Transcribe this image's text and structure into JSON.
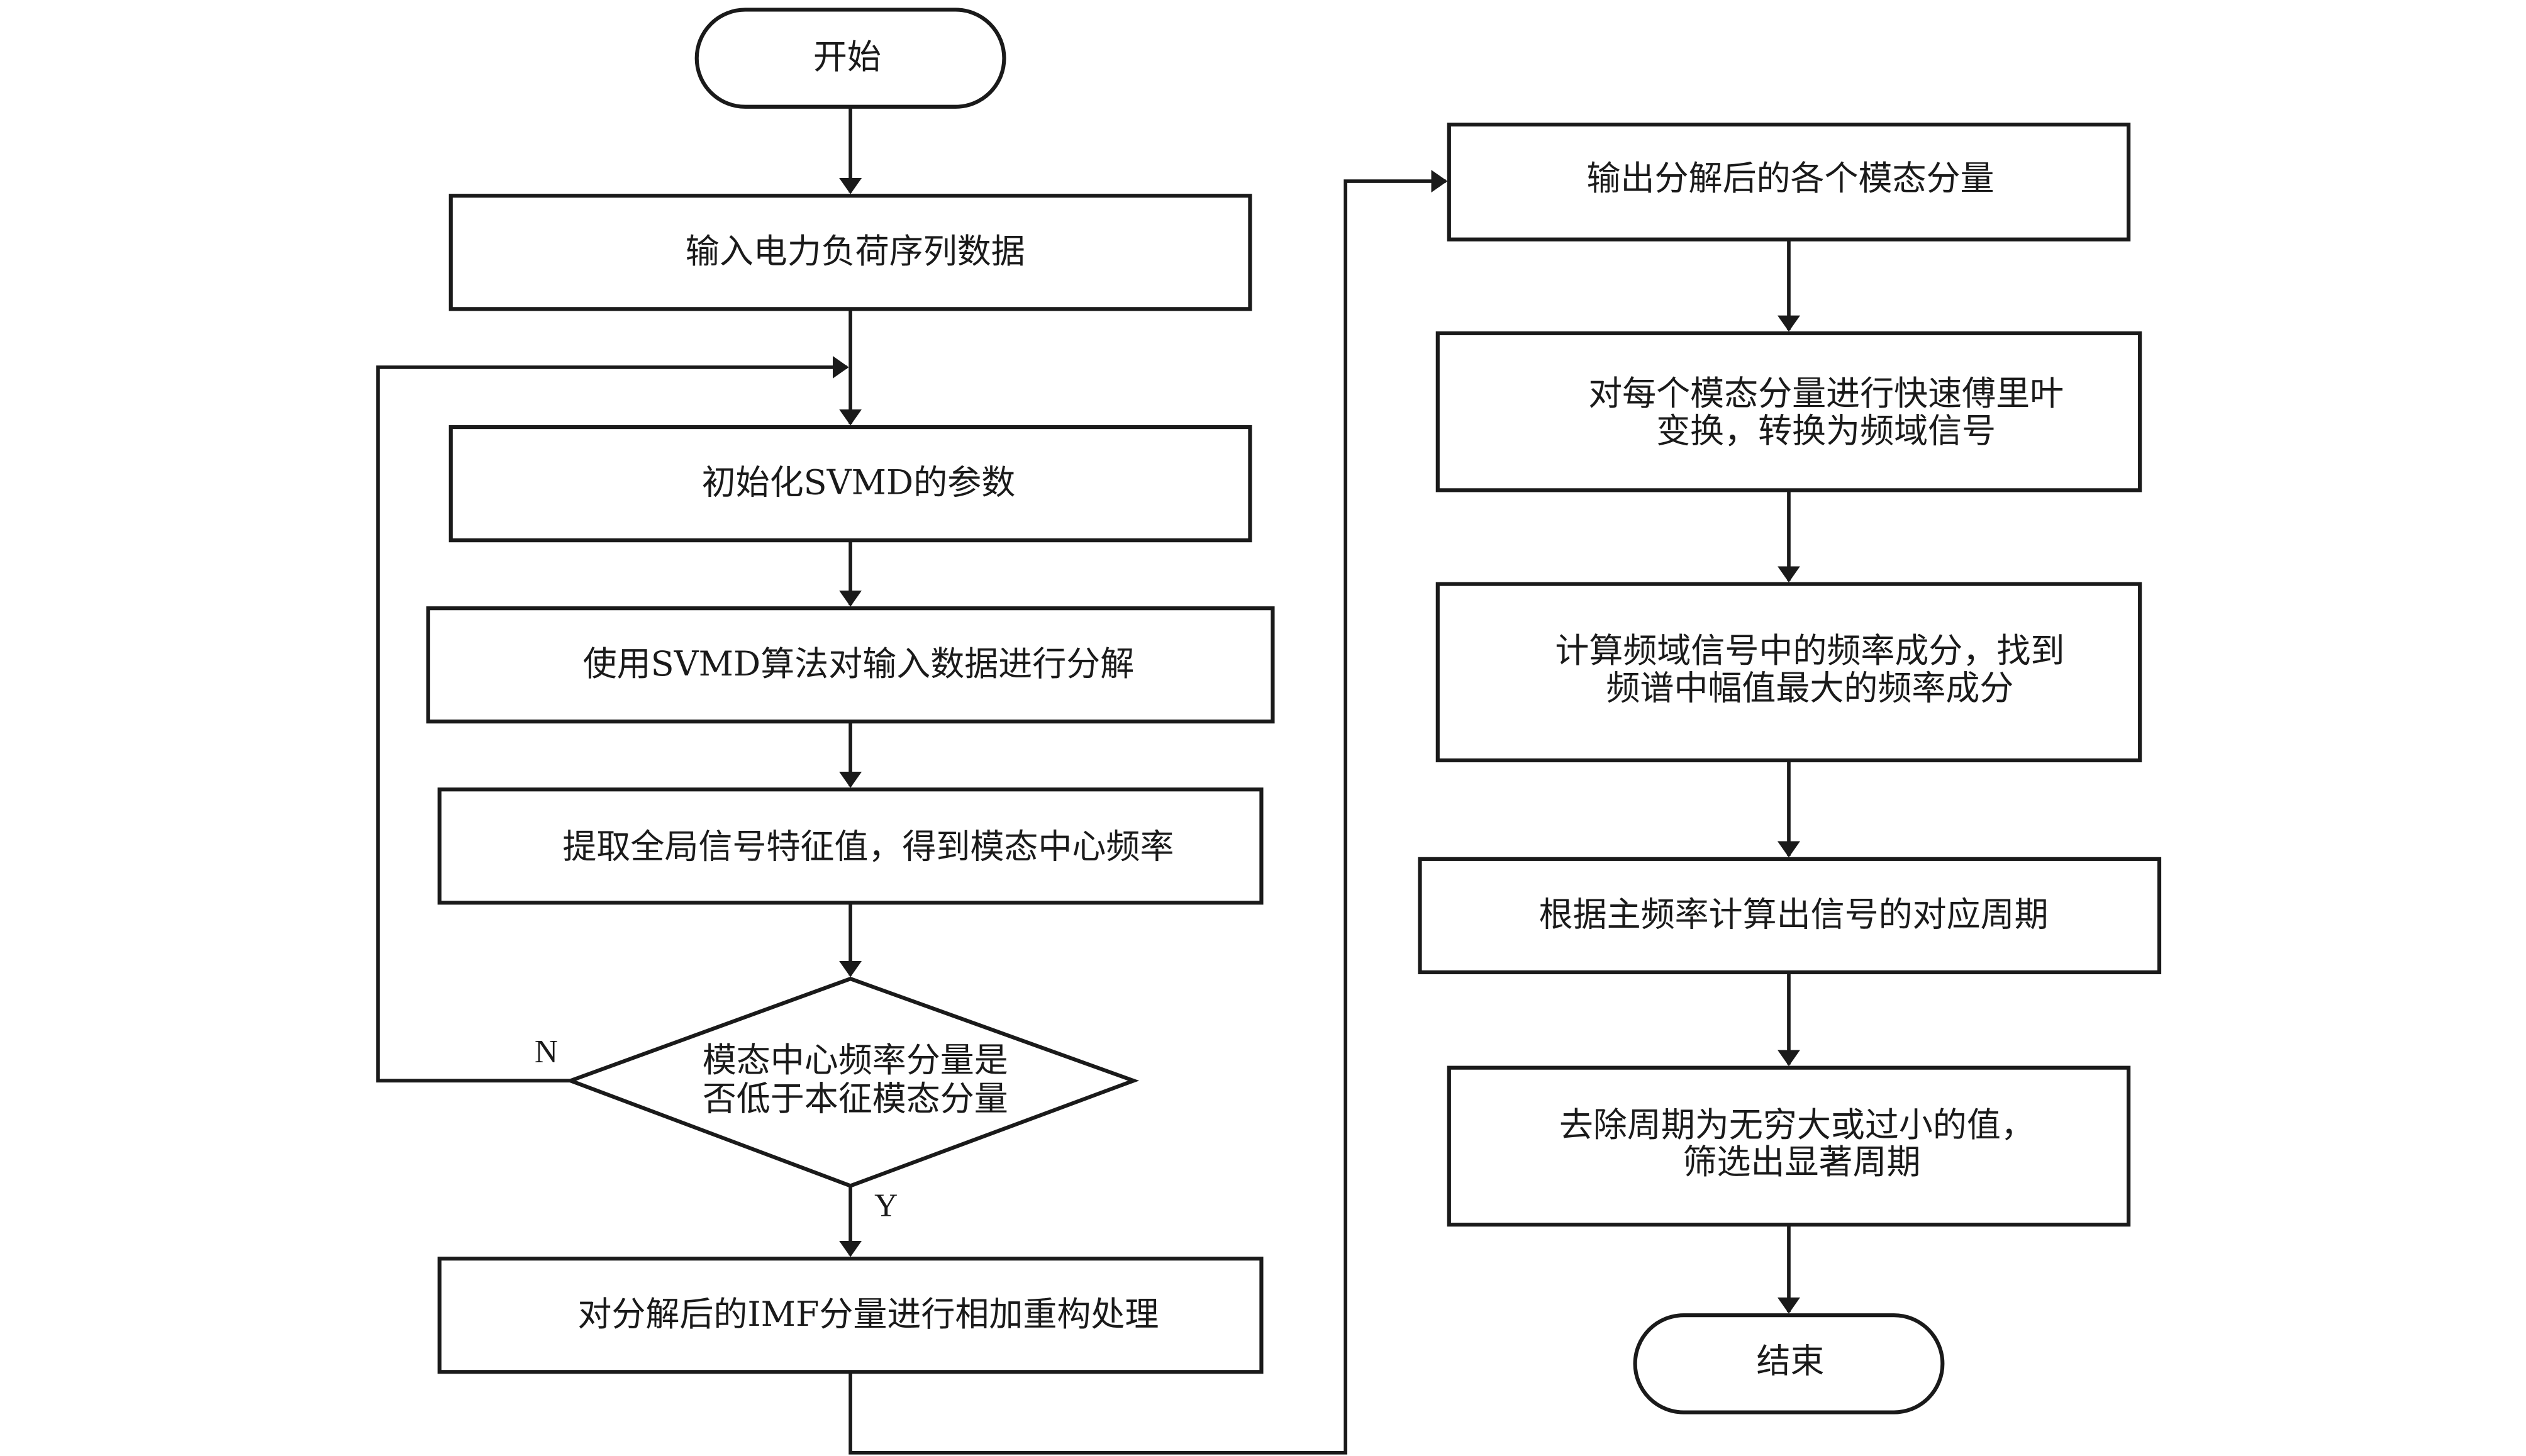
{
  "flowchart": {
    "start": "开始",
    "end": "结束",
    "left_column": {
      "input_data": "输入电力负荷序列数据",
      "init_params": "初始化SVMD的参数",
      "decompose": "使用SVMD算法对输入数据进行分解",
      "extract_features": "提取全局信号特征值，得到模态中心频率",
      "decision": [
        "模态中心频率分量是",
        "否低于本征模态分量"
      ],
      "reconstruct": "对分解后的IMF分量进行相加重构处理"
    },
    "right_column": {
      "output_modes": "输出分解后的各个模态分量",
      "fft": [
        "对每个模态分量进行快速傅里叶",
        "变换，转换为频域信号"
      ],
      "frequency_components": [
        "计算频域信号中的频率成分，找到",
        "频谱中幅值最大的频率成分"
      ],
      "compute_period": "根据主频率计算出信号的对应周期",
      "filter_periods": [
        "去除周期为无穷大或过小的值，",
        "筛选出显著周期"
      ]
    },
    "branch_labels": {
      "no": "N",
      "yes": "Y"
    }
  }
}
